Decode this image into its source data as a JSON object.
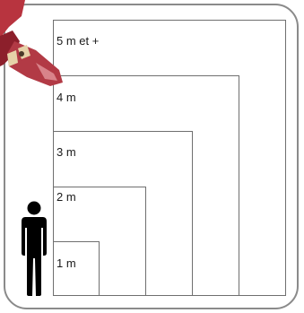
{
  "levels": [
    {
      "label": "5 m et +"
    },
    {
      "label": "4 m"
    },
    {
      "label": "3 m"
    },
    {
      "label": "2 m"
    },
    {
      "label": "1 m"
    }
  ],
  "icons": {
    "person": "person-silhouette-icon",
    "decoration": "partial-figure-illustration"
  },
  "colors": {
    "lines": "#6f6f6f",
    "frame": "#8a8a8a",
    "person": "#000000",
    "decoration": "#b03040"
  }
}
